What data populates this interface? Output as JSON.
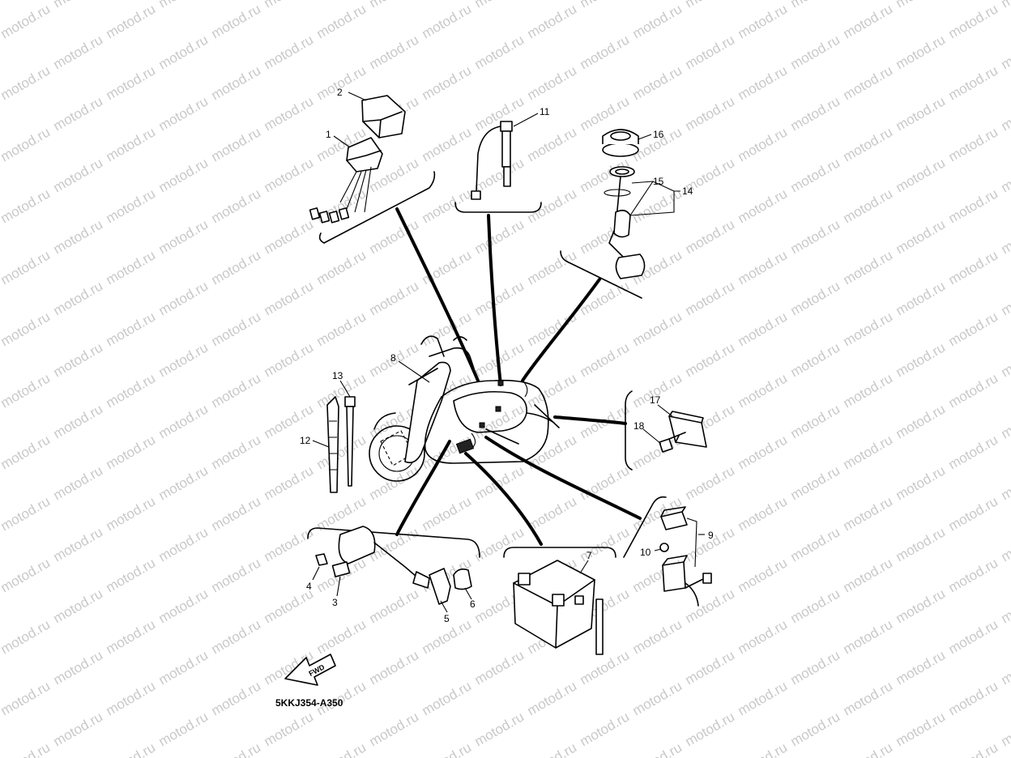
{
  "watermark": "motod.ru",
  "drawing_code": "5KKJ354-A350",
  "direction_arrow_label": "FWD",
  "callouts": [
    "1",
    "2",
    "3",
    "4",
    "5",
    "6",
    "7",
    "8",
    "9",
    "10",
    "11",
    "12",
    "13",
    "14",
    "15",
    "16",
    "17",
    "18"
  ]
}
